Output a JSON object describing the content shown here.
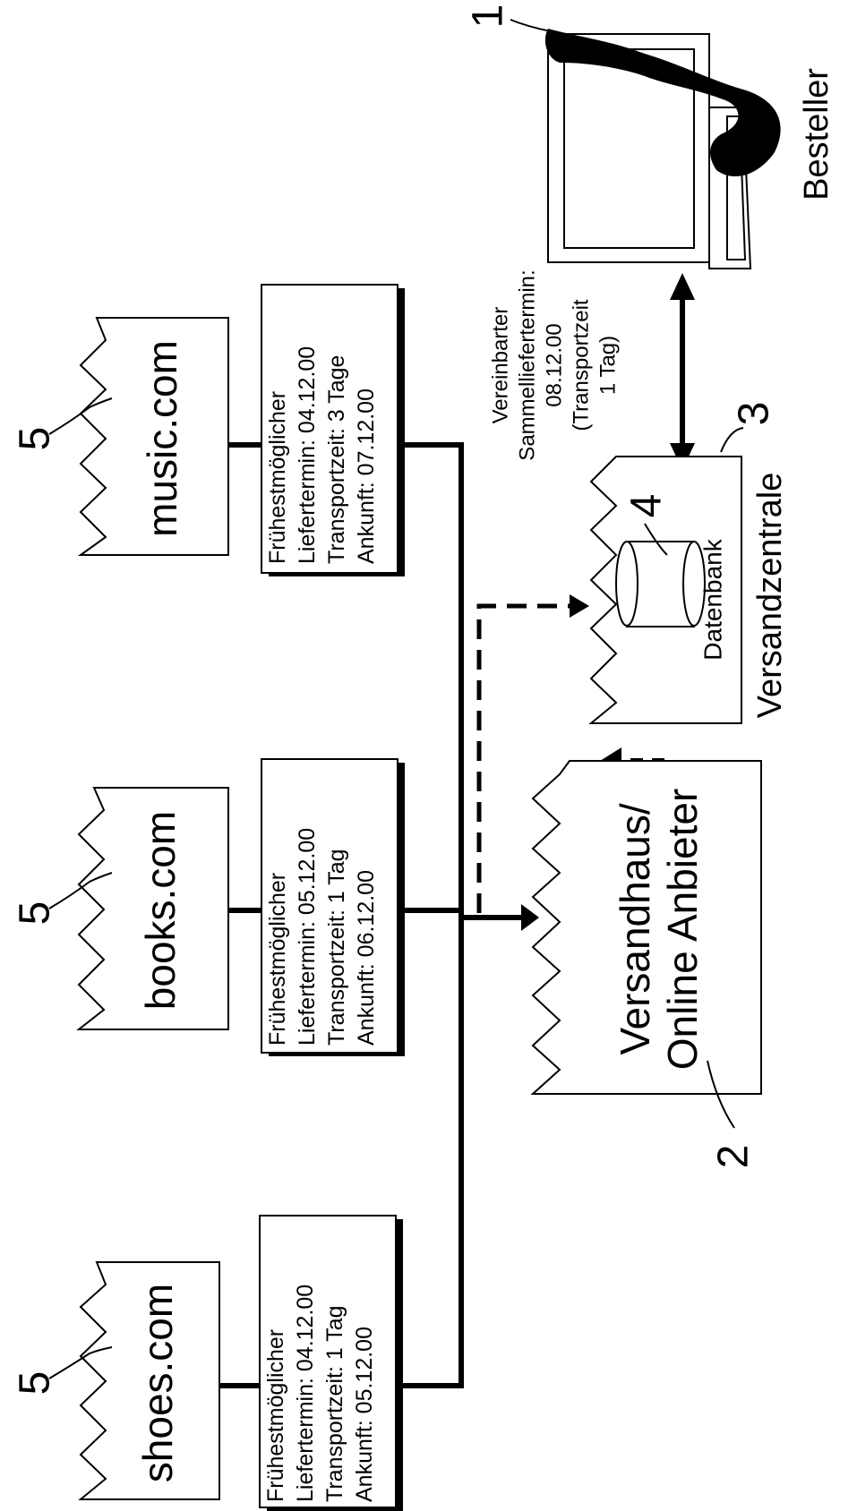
{
  "labels": {
    "bestellerNumber": "1",
    "bestellerName": "Besteller",
    "versandhausNumber": "2",
    "versandhausLine1": "Versandhaus/",
    "versandhausLine2": "Online Anbieter",
    "zentraleNumber": "3",
    "zentraleName": "Versandzentrale",
    "datenbankNumber": "4",
    "datenbankName": "Datenbank",
    "agreement": [
      "Vereinbarter",
      "Sammelliefertermin:",
      "08.12.00",
      "(Transportzeit",
      "1 Tag)"
    ]
  },
  "suppliers": [
    {
      "number": "5",
      "name": "music.com",
      "info": [
        "Frühestmöglicher",
        "Liefertermin: 04.12.00",
        "Transportzeit: 3 Tage",
        "Ankunft: 07.12.00"
      ]
    },
    {
      "number": "5",
      "name": "books.com",
      "info": [
        "Frühestmöglicher",
        "Liefertermin: 05.12.00",
        "Transportzeit: 1 Tag",
        "Ankunft: 06.12.00"
      ]
    },
    {
      "number": "5",
      "name": "shoes.com",
      "info": [
        "Frühestmöglicher",
        "Liefertermin: 04.12.00",
        "Transportzeit: 1 Tag",
        "Ankunft: 05.12.00"
      ]
    }
  ]
}
